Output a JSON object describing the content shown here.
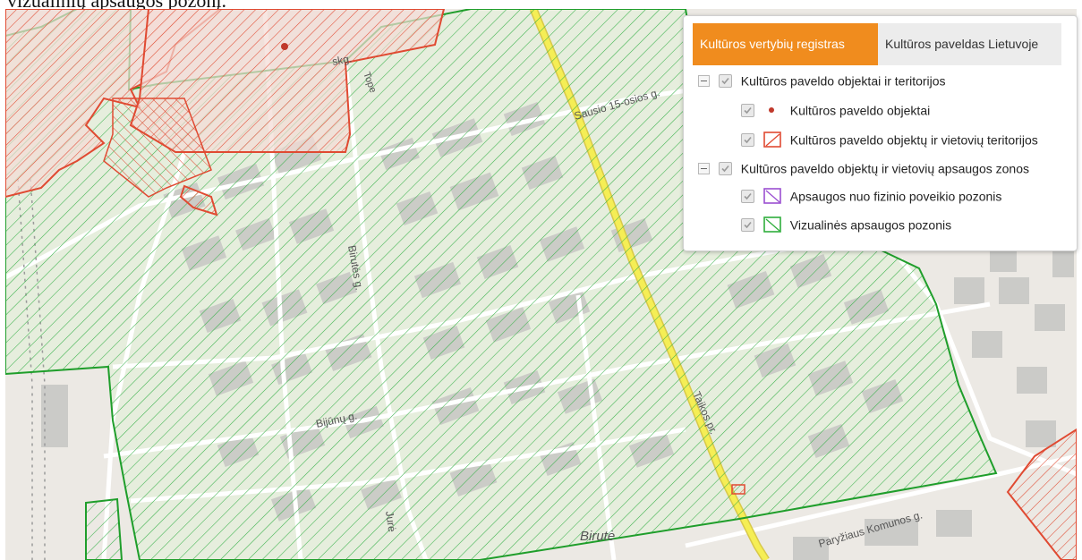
{
  "caption": "vizualinių apsaugos pozonį.",
  "legend": {
    "tabs": [
      {
        "label": "Kultūros vertybių registras",
        "active": true
      },
      {
        "label": "Kultūros paveldas Lietuvoje",
        "active": false
      }
    ],
    "groups": [
      {
        "label": "Kultūros paveldo objektai ir teritorijos",
        "items": [
          {
            "label": "Kultūros paveldo objektai",
            "symbol": "red-dot-icon"
          },
          {
            "label": "Kultūros paveldo objektų ir vietovių teritorijos",
            "symbol": "red-hatch-swatch-icon"
          }
        ]
      },
      {
        "label": "Kultūros paveldo objektų ir vietovių apsaugos zonos",
        "items": [
          {
            "label": "Apsaugos nuo fizinio poveikio pozonis",
            "symbol": "purple-hatch-swatch-icon"
          },
          {
            "label": "Vizualinės apsaugos pozonis",
            "symbol": "green-hatch-swatch-icon"
          }
        ]
      }
    ]
  },
  "map": {
    "streets": {
      "sausio": "Sausio 15-osios g.",
      "birutes": "Birutės g.",
      "bijunu": "Bijūnų g.",
      "taikos": "Taikos pr.",
      "paryziaus": "Paryžiaus Komunos g.",
      "jure": "Jurė",
      "skg": "skg.",
      "tope": "Tope"
    },
    "district": "Birutė"
  },
  "colors": {
    "accent_tab": "#f08c1e",
    "heritage_red": "#e04a32",
    "visual_zone_green": "#2fae3c",
    "physical_zone_purple": "#9b4fd1",
    "main_road_yellow": "#f2ea4c",
    "map_background": "#ece9e4",
    "zone_fill": "#e8efe0",
    "building_gray": "#c9c9c7"
  }
}
